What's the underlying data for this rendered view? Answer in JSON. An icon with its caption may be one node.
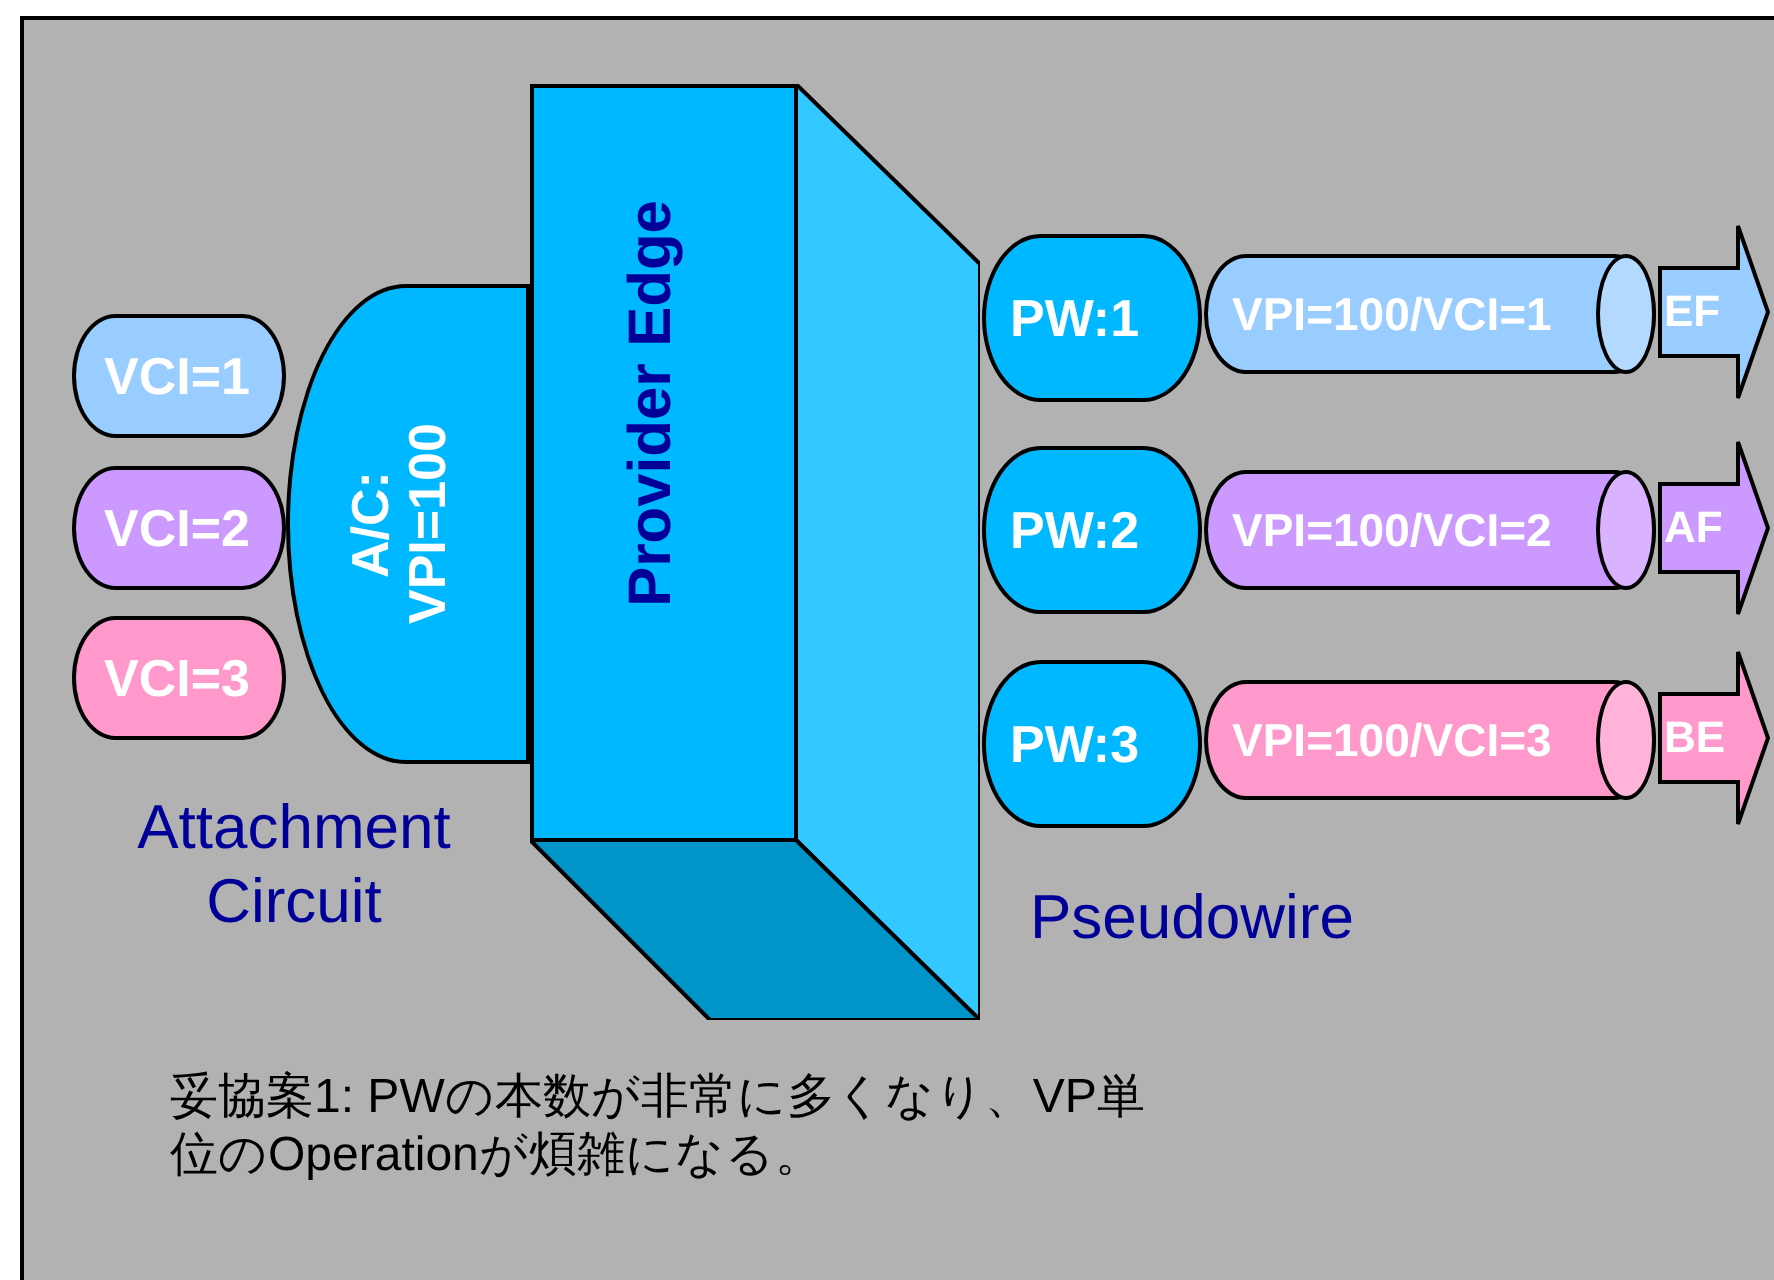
{
  "diagram": {
    "nodes": [
      {
        "text": [
          "VCI=1"
        ]
      },
      {
        "text": [
          "VCI=2"
        ]
      },
      {
        "text": [
          "VCI=3"
        ]
      },
      {
        "text": [
          "A/C: VPI=100"
        ]
      },
      {
        "text": [
          "Provider Edge"
        ]
      },
      {
        "text": [
          "PW:1"
        ]
      },
      {
        "text": [
          "VPI=100/VCI=1"
        ]
      },
      {
        "text": [
          "EF"
        ]
      },
      {
        "text": [
          "PW:2"
        ]
      },
      {
        "text": [
          "VPI=100/VCI=2"
        ]
      },
      {
        "text": [
          "AF"
        ]
      },
      {
        "text": [
          "PW:3"
        ]
      },
      {
        "text": [
          "VPI=100/VCI=3"
        ]
      },
      {
        "text": [
          "BE"
        ]
      }
    ],
    "labels": [
      "Attachment Circuit",
      "Pseudowire",
      "妥協案1: PWの本数が非常に多くなり、VP単位のOperationが煩雑になる。"
    ]
  }
}
